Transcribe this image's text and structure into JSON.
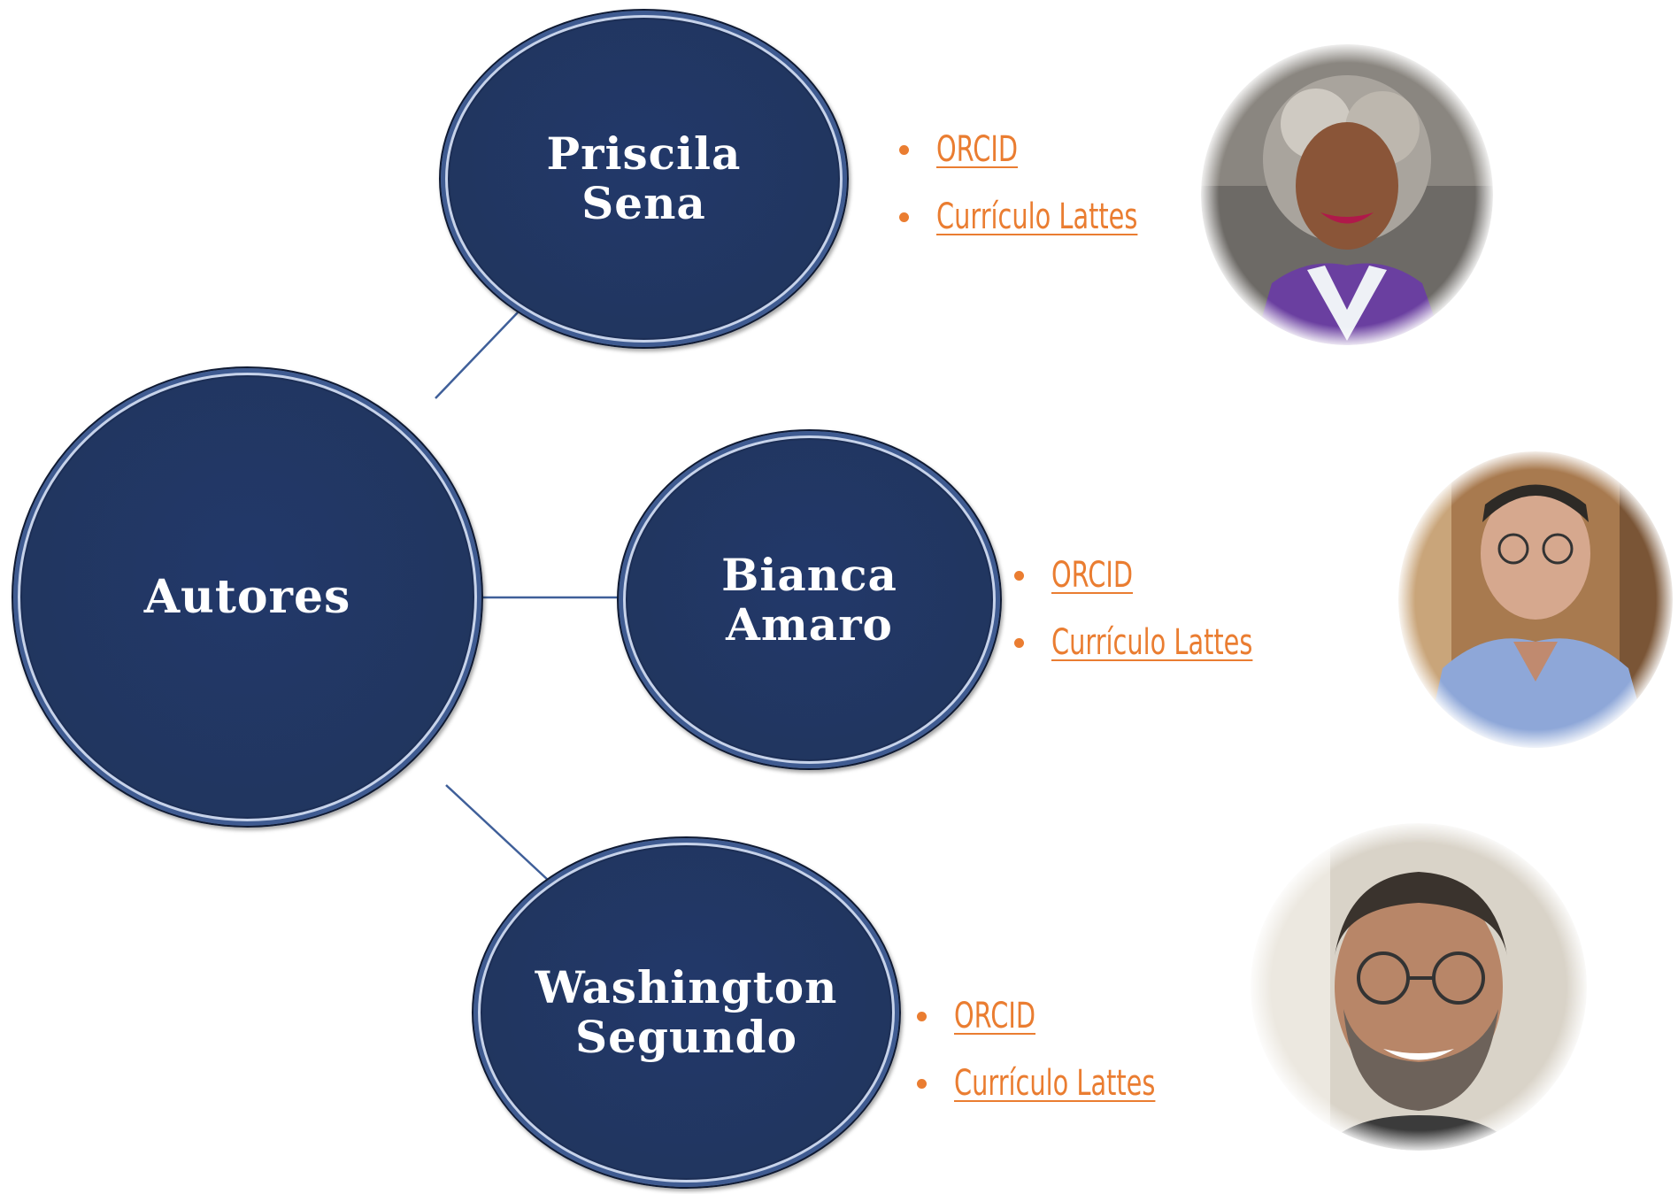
{
  "root": {
    "label": "Autores"
  },
  "authors": [
    {
      "name_lines": [
        "Priscila",
        "Sena"
      ],
      "links": [
        "ORCID",
        "Currículo Lattes"
      ],
      "photo": "portrait-woman-curly-hair-purple-blazer"
    },
    {
      "name_lines": [
        "Bianca",
        "Amaro"
      ],
      "links": [
        "ORCID",
        "Currículo Lattes"
      ],
      "photo": "portrait-woman-glasses-blue-shirt"
    },
    {
      "name_lines": [
        "Washington",
        "Segundo"
      ],
      "links": [
        "ORCID",
        "Currículo Lattes"
      ],
      "photo": "portrait-man-glasses-beard"
    }
  ],
  "colors": {
    "node_fill": "#21365f",
    "link": "#ea7d31",
    "connector": "#3f5f99"
  }
}
